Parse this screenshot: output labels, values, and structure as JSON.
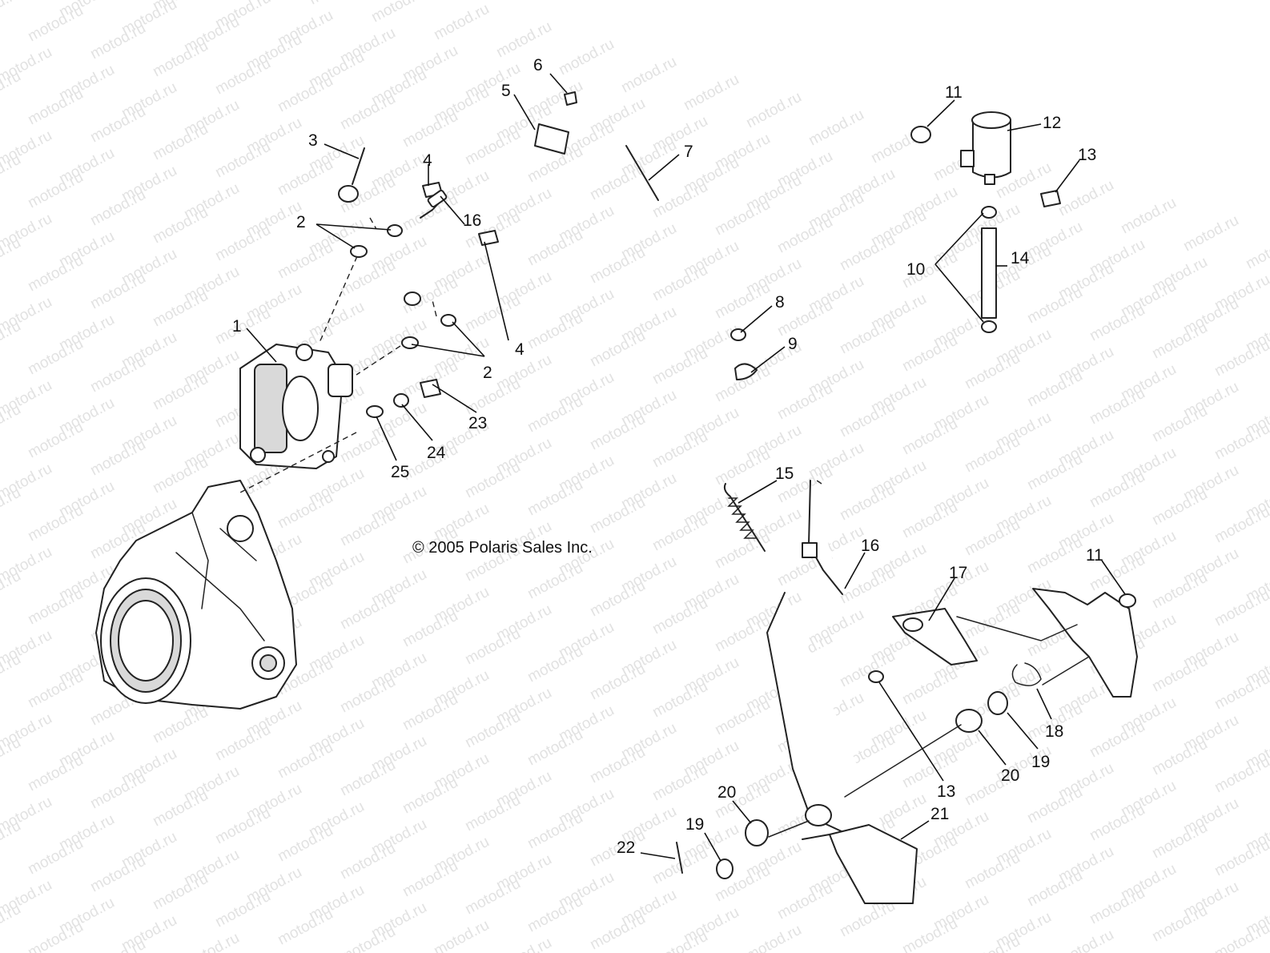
{
  "watermark": "motod.ru",
  "copyright": "© 2005 Polaris Sales Inc.",
  "callouts": [
    "1",
    "2",
    "2",
    "3",
    "4",
    "4",
    "5",
    "6",
    "7",
    "8",
    "9",
    "10",
    "11",
    "11",
    "12",
    "13",
    "13",
    "14",
    "15",
    "16",
    "16",
    "17",
    "18",
    "19",
    "19",
    "20",
    "20",
    "21",
    "22",
    "23",
    "24",
    "25"
  ]
}
